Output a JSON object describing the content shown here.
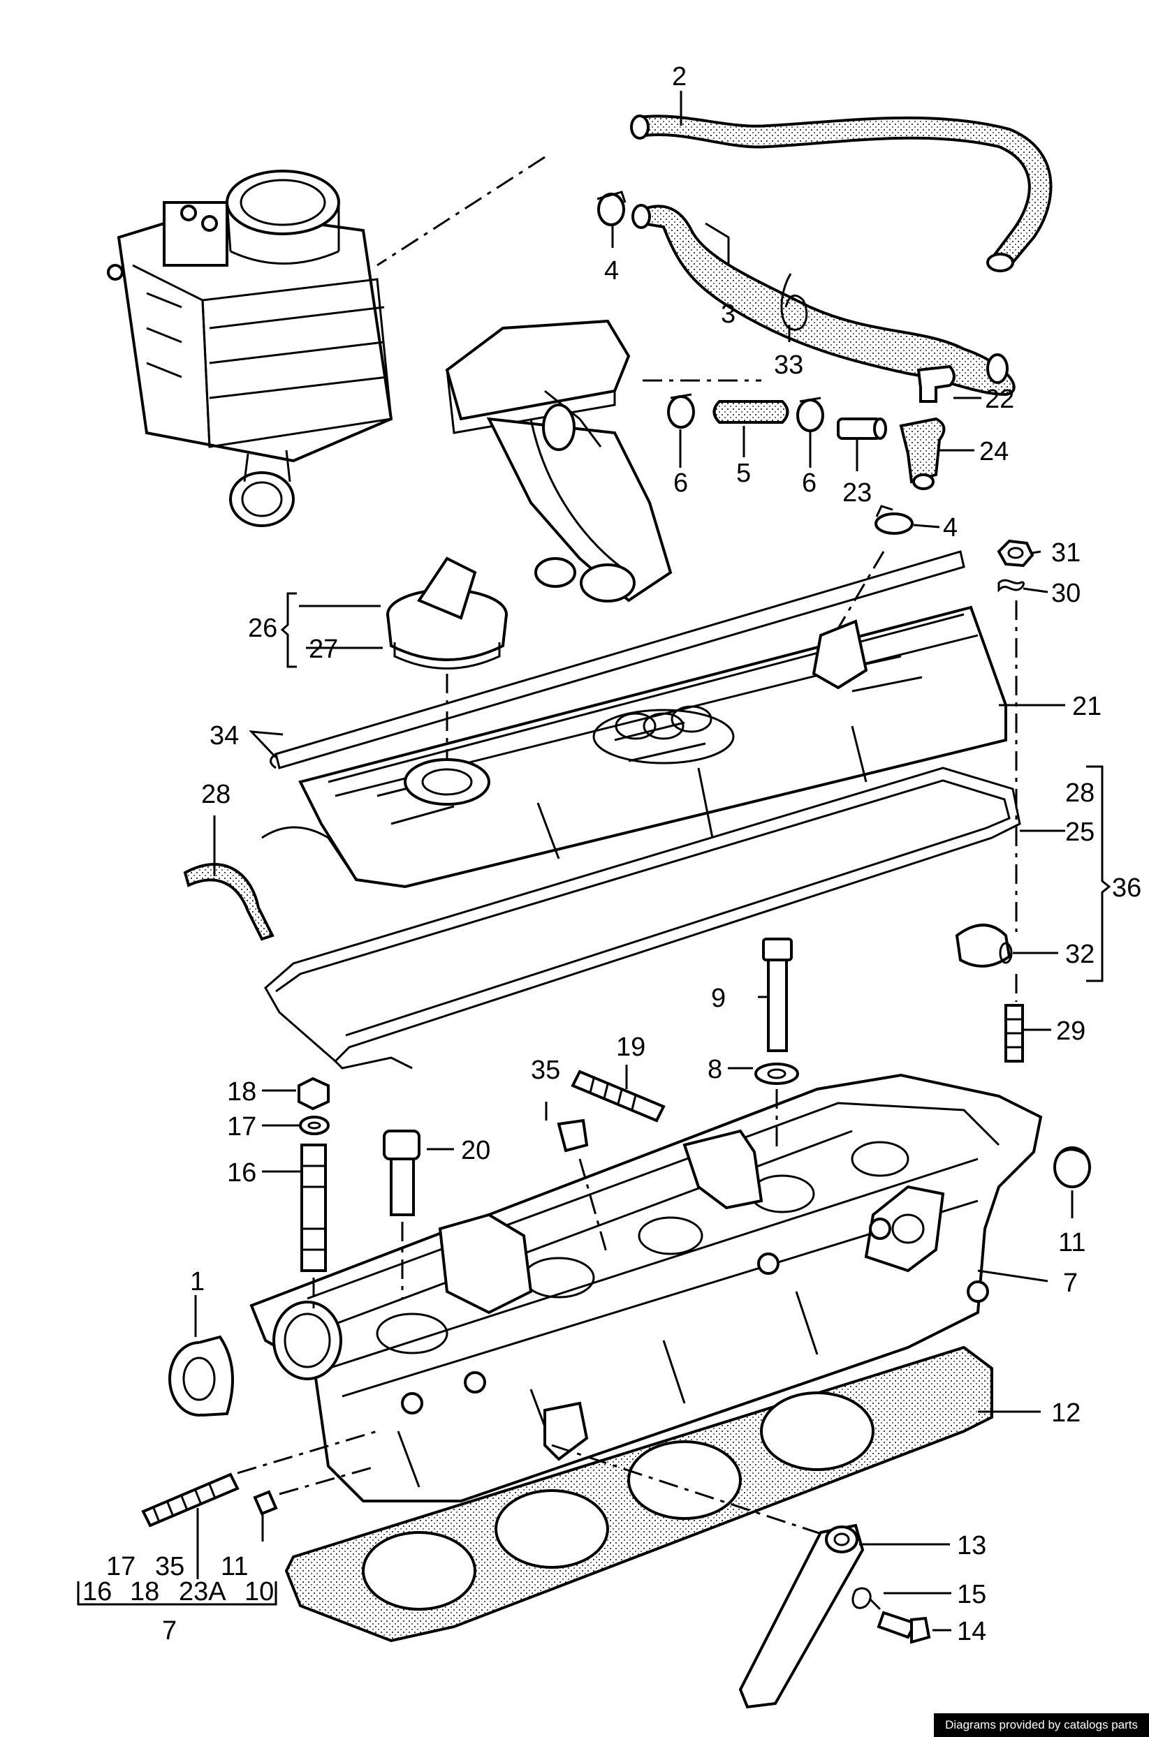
{
  "diagram": {
    "labels": {
      "l1": "1",
      "l2": "2",
      "l3": "3",
      "l4a": "4",
      "l4b": "4",
      "l5": "5",
      "l6a": "6",
      "l6b": "6",
      "l7": "7",
      "l7b": "7",
      "l8": "8",
      "l9": "9",
      "l11": "11",
      "l12": "12",
      "l13": "13",
      "l14": "14",
      "l15": "15",
      "l16": "16",
      "l17": "17",
      "l18": "18",
      "l19": "19",
      "l20": "20",
      "l21": "21",
      "l22": "22",
      "l23": "23",
      "l24": "24",
      "l25": "25",
      "l26": "26",
      "l27": "27",
      "l28a": "28",
      "l28b": "28",
      "l29": "29",
      "l30": "30",
      "l31": "31",
      "l32": "32",
      "l33": "33",
      "l34": "34",
      "l35": "35",
      "l36": "36"
    },
    "kit": {
      "top1": "17",
      "top2": "35",
      "top3": "11",
      "bot1": "16",
      "bot2": "18",
      "bot3": "23A",
      "bot4": "10"
    }
  },
  "credit": "Diagrams provided by catalogs parts"
}
